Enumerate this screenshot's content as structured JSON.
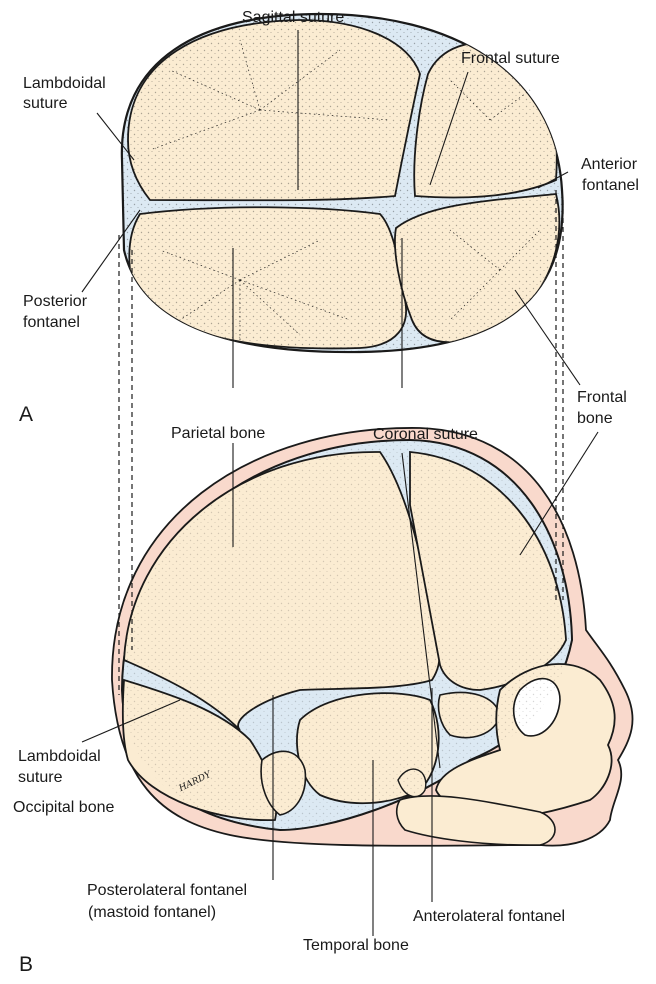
{
  "panels": {
    "a": "A",
    "b": "B"
  },
  "labels": {
    "sagittal_suture": "Sagittal suture",
    "frontal_suture": "Frontal suture",
    "lambdoidal_suture_top_l1": "Lambdoidal",
    "lambdoidal_suture_top_l2": "suture",
    "anterior_fontanel_l1": "Anterior",
    "anterior_fontanel_l2": "fontanel",
    "posterior_fontanel_l1": "Posterior",
    "posterior_fontanel_l2": "fontanel",
    "frontal_bone_l1": "Frontal",
    "frontal_bone_l2": "bone",
    "parietal_bone": "Parietal bone",
    "coronal_suture": "Coronal suture",
    "lambdoidal_suture_bottom_l1": "Lambdoidal",
    "lambdoidal_suture_bottom_l2": "suture",
    "occipital_bone": "Occipital bone",
    "posterolateral_fontanel_l1": "Posterolateral fontanel",
    "posterolateral_fontanel_l2": "(mastoid fontanel)",
    "anterolateral_fontanel": "Anterolateral fontanel",
    "temporal_bone": "Temporal bone"
  },
  "signature": "HARDY",
  "colors": {
    "bone": "#fbecd2",
    "skin": "#f9d9cc",
    "membrane": "#dce9f3",
    "ink": "#1a1a1a"
  }
}
